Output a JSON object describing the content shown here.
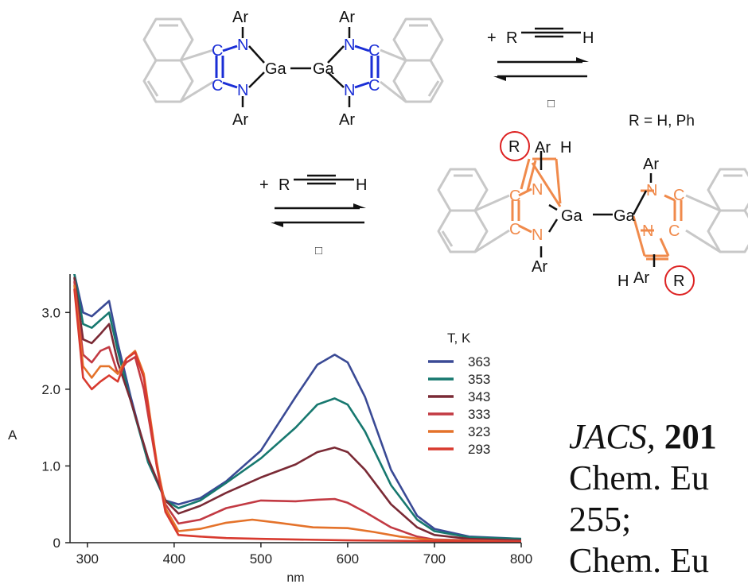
{
  "scheme": {
    "atoms": {
      "ar": "Ar",
      "n": "N",
      "c": "C",
      "ga": "Ga",
      "r": "R",
      "h": "H"
    },
    "reagent": {
      "plus": "+",
      "r": "R",
      "h": "H"
    },
    "missing_glyph": "□",
    "r_definition": "R = H, Ph",
    "colors": {
      "reactant": "#1a2ed6",
      "product": "#f08a4b",
      "ring": "#c8c8c8",
      "highlight": "#dd2222"
    }
  },
  "citation": {
    "line1_journal": "JACS, ",
    "line1_year": "201",
    "line2": "Chem. Eu",
    "line3": "255;",
    "line4": "Chem. Eu"
  },
  "chart_data": {
    "type": "line",
    "xlabel": "nm",
    "ylabel": "A",
    "xlim": [
      280,
      800
    ],
    "ylim": [
      0,
      3.5
    ],
    "xticks": [
      300,
      400,
      500,
      600,
      700,
      800
    ],
    "yticks": [
      0,
      1.0,
      2.0,
      3.0
    ],
    "ytick_labels": [
      "0",
      "1.0",
      "2.0",
      "3.0"
    ],
    "grid": false,
    "legend_title": "T, K",
    "legend_position": "right",
    "series": [
      {
        "name": "363",
        "color": "#3a4a95",
        "points": [
          [
            285,
            3.5
          ],
          [
            295,
            3.0
          ],
          [
            305,
            2.95
          ],
          [
            315,
            3.05
          ],
          [
            325,
            3.15
          ],
          [
            335,
            2.6
          ],
          [
            350,
            1.9
          ],
          [
            370,
            1.05
          ],
          [
            390,
            0.55
          ],
          [
            405,
            0.5
          ],
          [
            430,
            0.58
          ],
          [
            460,
            0.8
          ],
          [
            500,
            1.2
          ],
          [
            540,
            1.9
          ],
          [
            565,
            2.32
          ],
          [
            585,
            2.45
          ],
          [
            600,
            2.35
          ],
          [
            620,
            1.9
          ],
          [
            650,
            0.95
          ],
          [
            680,
            0.35
          ],
          [
            700,
            0.18
          ],
          [
            740,
            0.08
          ],
          [
            800,
            0.05
          ]
        ]
      },
      {
        "name": "353",
        "color": "#17786f",
        "points": [
          [
            285,
            3.5
          ],
          [
            295,
            2.85
          ],
          [
            305,
            2.8
          ],
          [
            315,
            2.9
          ],
          [
            325,
            3.0
          ],
          [
            335,
            2.5
          ],
          [
            350,
            1.85
          ],
          [
            370,
            1.05
          ],
          [
            390,
            0.55
          ],
          [
            405,
            0.45
          ],
          [
            430,
            0.55
          ],
          [
            460,
            0.78
          ],
          [
            500,
            1.1
          ],
          [
            540,
            1.5
          ],
          [
            565,
            1.8
          ],
          [
            585,
            1.88
          ],
          [
            600,
            1.8
          ],
          [
            620,
            1.45
          ],
          [
            650,
            0.75
          ],
          [
            680,
            0.3
          ],
          [
            700,
            0.15
          ],
          [
            740,
            0.07
          ],
          [
            800,
            0.05
          ]
        ]
      },
      {
        "name": "343",
        "color": "#7a2a35",
        "points": [
          [
            285,
            3.45
          ],
          [
            295,
            2.65
          ],
          [
            305,
            2.6
          ],
          [
            315,
            2.72
          ],
          [
            325,
            2.85
          ],
          [
            335,
            2.35
          ],
          [
            350,
            1.85
          ],
          [
            370,
            1.1
          ],
          [
            390,
            0.55
          ],
          [
            405,
            0.38
          ],
          [
            430,
            0.48
          ],
          [
            460,
            0.65
          ],
          [
            500,
            0.85
          ],
          [
            540,
            1.02
          ],
          [
            565,
            1.18
          ],
          [
            585,
            1.24
          ],
          [
            600,
            1.18
          ],
          [
            620,
            0.95
          ],
          [
            650,
            0.5
          ],
          [
            680,
            0.2
          ],
          [
            700,
            0.1
          ],
          [
            740,
            0.05
          ],
          [
            800,
            0.03
          ]
        ]
      },
      {
        "name": "333",
        "color": "#c23a43",
        "points": [
          [
            285,
            3.4
          ],
          [
            295,
            2.45
          ],
          [
            305,
            2.35
          ],
          [
            315,
            2.5
          ],
          [
            325,
            2.55
          ],
          [
            335,
            2.2
          ],
          [
            345,
            2.35
          ],
          [
            355,
            2.42
          ],
          [
            365,
            2.0
          ],
          [
            380,
            1.0
          ],
          [
            390,
            0.5
          ],
          [
            405,
            0.25
          ],
          [
            430,
            0.3
          ],
          [
            460,
            0.45
          ],
          [
            500,
            0.55
          ],
          [
            540,
            0.54
          ],
          [
            565,
            0.56
          ],
          [
            585,
            0.57
          ],
          [
            600,
            0.52
          ],
          [
            620,
            0.4
          ],
          [
            650,
            0.2
          ],
          [
            680,
            0.08
          ],
          [
            700,
            0.04
          ],
          [
            800,
            0.02
          ]
        ]
      },
      {
        "name": "323",
        "color": "#e4722a",
        "points": [
          [
            285,
            3.35
          ],
          [
            295,
            2.3
          ],
          [
            305,
            2.15
          ],
          [
            315,
            2.3
          ],
          [
            325,
            2.3
          ],
          [
            335,
            2.2
          ],
          [
            345,
            2.4
          ],
          [
            355,
            2.5
          ],
          [
            365,
            2.2
          ],
          [
            380,
            1.05
          ],
          [
            390,
            0.45
          ],
          [
            405,
            0.15
          ],
          [
            430,
            0.18
          ],
          [
            460,
            0.26
          ],
          [
            490,
            0.3
          ],
          [
            520,
            0.26
          ],
          [
            560,
            0.2
          ],
          [
            600,
            0.19
          ],
          [
            630,
            0.14
          ],
          [
            660,
            0.08
          ],
          [
            700,
            0.03
          ],
          [
            800,
            0.01
          ]
        ]
      },
      {
        "name": "293",
        "color": "#d83a2f",
        "points": [
          [
            285,
            3.3
          ],
          [
            295,
            2.15
          ],
          [
            305,
            2.0
          ],
          [
            315,
            2.1
          ],
          [
            325,
            2.18
          ],
          [
            335,
            2.1
          ],
          [
            345,
            2.4
          ],
          [
            355,
            2.48
          ],
          [
            365,
            2.15
          ],
          [
            380,
            1.0
          ],
          [
            390,
            0.4
          ],
          [
            405,
            0.1
          ],
          [
            430,
            0.08
          ],
          [
            460,
            0.06
          ],
          [
            500,
            0.05
          ],
          [
            600,
            0.03
          ],
          [
            700,
            0.02
          ],
          [
            800,
            0.01
          ]
        ]
      }
    ]
  }
}
